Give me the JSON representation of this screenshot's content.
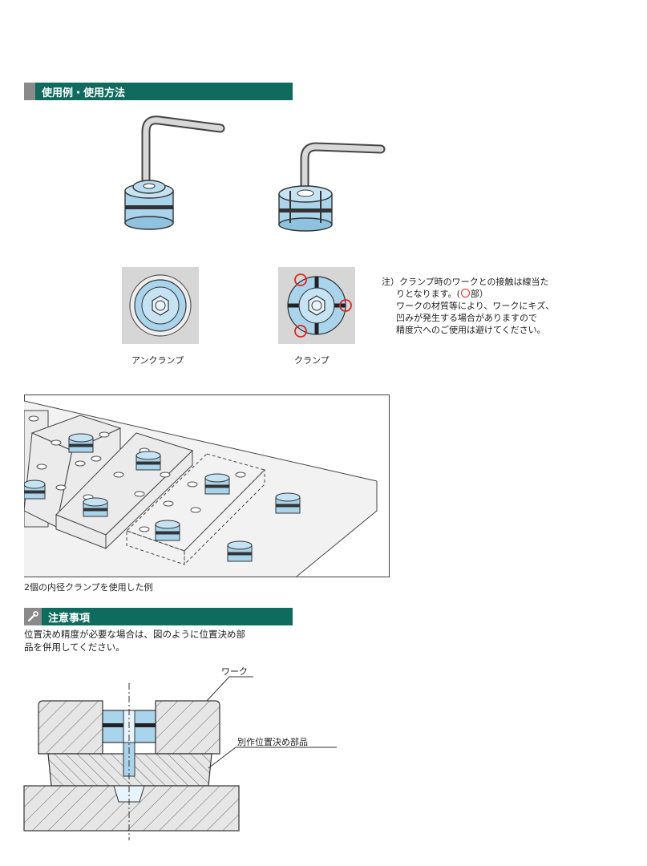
{
  "section1": {
    "title": "使用例・使用方法"
  },
  "figures": {
    "unclamp_label": "アンクランプ",
    "clamp_label": "クランプ"
  },
  "note": {
    "prefix": "注）",
    "line1": "クランプ時のワークとの接触は線当た",
    "line2a": "りとなります。(",
    "line2b": "部）",
    "line3": "ワークの材質等により、ワークにキズ、",
    "line4": "凹みが発生する場合がありますので",
    "line5": "精度穴へのご使用は避けてください。"
  },
  "example_caption": "2個の内径クランプを使用した例",
  "section2": {
    "title": "注意事項",
    "icon": "wrench-icon",
    "body_line1": "位置決め精度が必要な場合は、図のように位置決め部",
    "body_line2": "品を併用してください。"
  },
  "diagram": {
    "work_label": "ワーク",
    "positioning_part_label": "別作位置決め部品"
  },
  "colors": {
    "accent": "#0f6b5e",
    "part_blue": "#a9d4ec",
    "red": "#e0261e"
  }
}
